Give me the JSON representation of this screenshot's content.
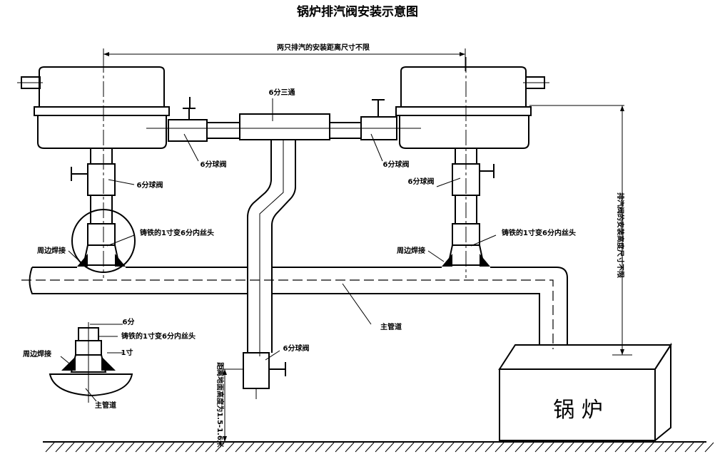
{
  "title": "锅炉排汽阀安装示意图",
  "labels": {
    "distance_top": "两只排汽的安装距离尺寸不限",
    "tee": "6分三通",
    "ball_valve": "6分球阀",
    "adapter": "铸铁的1寸变6分内丝头",
    "weld": "周边焊接",
    "main_pipe": "主管道",
    "height_right": "排汽阀的安装高度尺寸不限",
    "drain_height": "距离地面高度为1.5-1.6米",
    "boiler": "锅 炉",
    "detail_6fen": "6分",
    "detail_1cun": "1寸"
  }
}
